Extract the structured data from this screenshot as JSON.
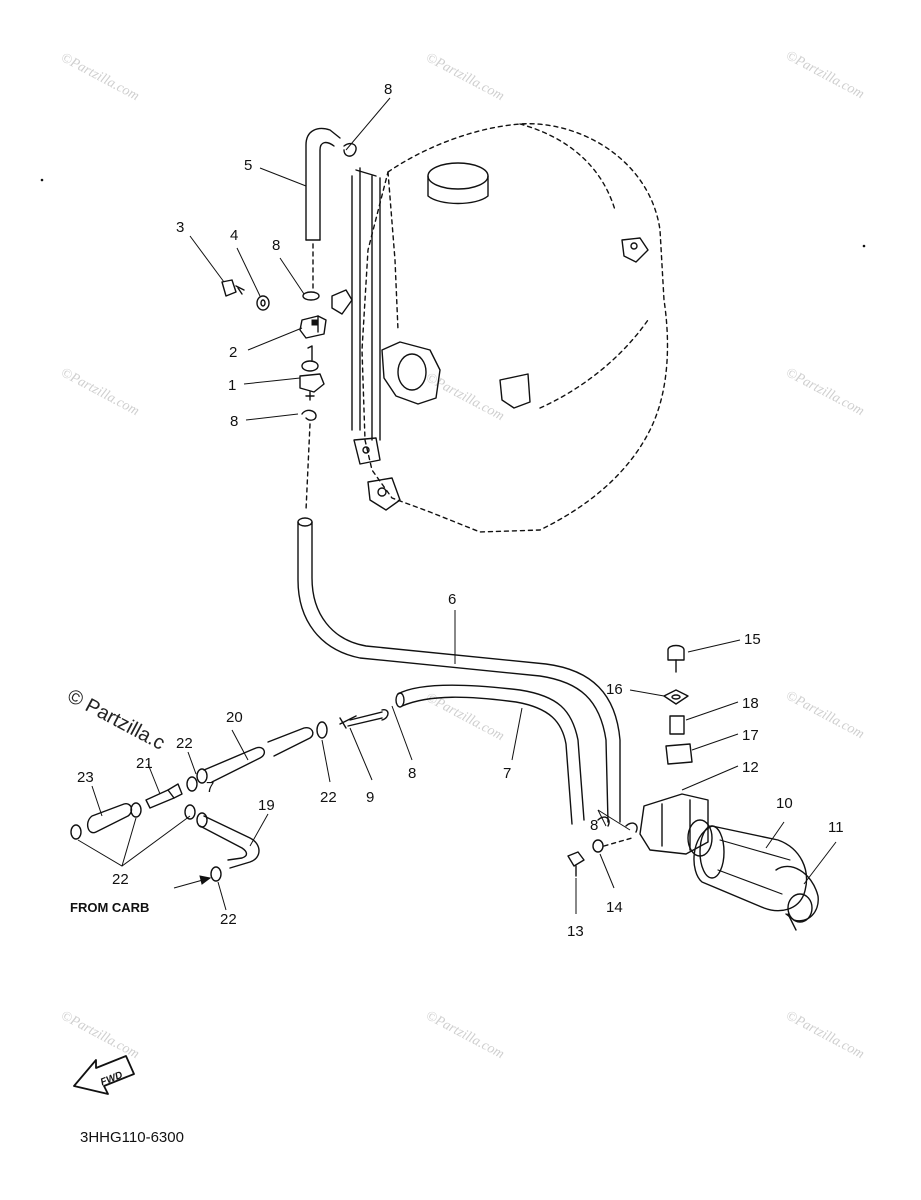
{
  "diagram": {
    "document_code": "3HHG110-6300",
    "from_carb_label": "FROM CARB",
    "fwd_label": "FWD",
    "watermark_text": "©Partzilla.com",
    "watermark_prominent_text": "© Partzilla.c",
    "callouts": {
      "c1": "1",
      "c2": "2",
      "c3": "3",
      "c4": "4",
      "c5": "5",
      "c6": "6",
      "c7a": "7",
      "c7b": "7",
      "c8a": "8",
      "c8b": "8",
      "c8c": "8",
      "c8d": "8",
      "c8e": "8",
      "c9": "9",
      "c10": "10",
      "c11": "11",
      "c12": "12",
      "c13": "13",
      "c14": "14",
      "c15": "15",
      "c16": "16",
      "c17": "17",
      "c18": "18",
      "c19": "19",
      "c20": "20",
      "c21": "21",
      "c22a": "22",
      "c22b": "22",
      "c22c": "22",
      "c22d": "22",
      "c23": "23"
    }
  }
}
